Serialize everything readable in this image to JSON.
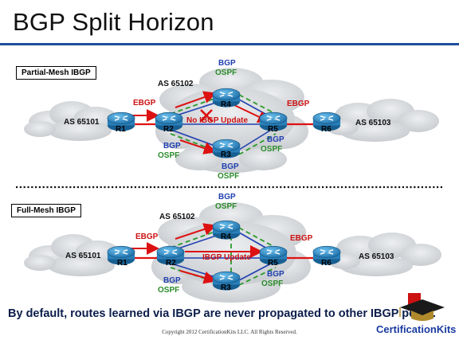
{
  "slide": {
    "title": "BGP Split Horizon",
    "caption": "By default, routes learned via IBGP are never propagated to other IBGP peers.",
    "copyright": "Copyright 2012 CertificationKits LLC. All Rights Reserved.",
    "brand": "CertificationKits"
  },
  "top": {
    "box_label": "Partial-Mesh IBGP",
    "as_left": "AS 65101",
    "as_mid": "AS 65102",
    "as_right": "AS 65103",
    "ebgp_left": "EBGP",
    "ebgp_right": "EBGP",
    "r4_bgp": "BGP",
    "r4_ospf": "OSPF",
    "r2_bgp": "BGP",
    "r2_ospf": "OSPF",
    "r5_bgp": "BGP",
    "r5_ospf": "OSPF",
    "r3_bgp": "BGP",
    "r3_ospf": "OSPF",
    "update": "No IBGP Update"
  },
  "bottom": {
    "box_label": "Full-Mesh IBGP",
    "as_left": "AS 65101",
    "as_mid": "AS 65102",
    "as_right": "AS 65103",
    "ebgp_left": "EBGP",
    "ebgp_right": "EBGP",
    "r4_bgp": "BGP",
    "r4_ospf": "OSPF",
    "r2_bgp": "BGP",
    "r2_ospf": "OSPF",
    "r5_bgp": "BGP",
    "r5_ospf": "OSPF",
    "update": "IBGP Update"
  },
  "routers": {
    "r1": "R1",
    "r2": "R2",
    "r3": "R3",
    "r4": "R4",
    "r5": "R5",
    "r6": "R6"
  },
  "colors": {
    "bgp_text": "#1f3fb0",
    "ospf_text": "#2a8a2a",
    "ebgp_text": "#cc1111",
    "router_fill": "#2f8fc8",
    "link_red": "#dd1111",
    "link_blue": "#1f3fb0",
    "link_green": "#2a9a2a",
    "cloud": "#d5d7da"
  }
}
